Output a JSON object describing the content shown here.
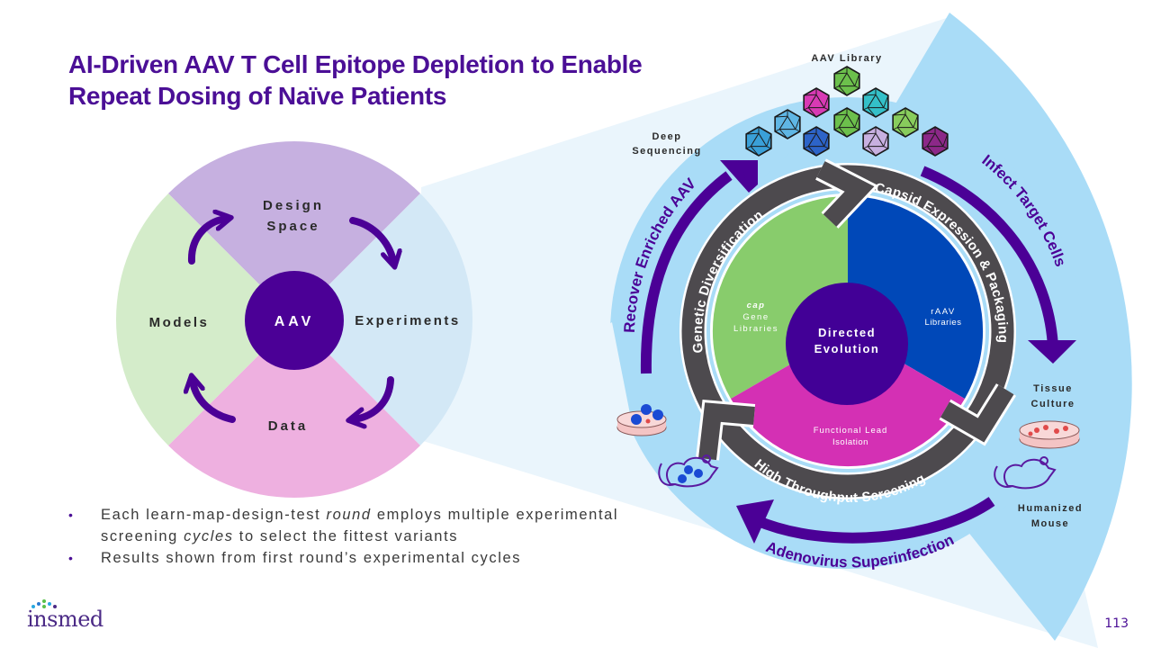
{
  "title": {
    "line1": "AI-Driven AAV T Cell Epitope Depletion to  Enable",
    "line2": "Repeat Dosing of Naïve Patients"
  },
  "left_cycle": {
    "center": "AAV",
    "quadrants": [
      {
        "label_lines": [
          "Design",
          "Space"
        ],
        "color": "#c6b0e0"
      },
      {
        "label_lines": [
          "Experiments"
        ],
        "color": "#d3e8f6"
      },
      {
        "label_lines": [
          "Data"
        ],
        "color": "#eeb0e0"
      },
      {
        "label_lines": [
          "Models"
        ],
        "color": "#d4ecca"
      }
    ],
    "center_color": "#4b0096",
    "arrow_color": "#4b0096"
  },
  "directed_evolution": {
    "center_lines": [
      "Directed",
      "Evolution"
    ],
    "segments": [
      {
        "label_lines": [
          "cap",
          "Gene",
          "Libraries"
        ],
        "color": "#88cc6c"
      },
      {
        "label_lines": [
          "rAAV",
          "Libraries"
        ],
        "color": "#0048b8"
      },
      {
        "label_lines": [
          "Functional Lead",
          "Isolation"
        ],
        "color": "#d430b4"
      }
    ],
    "ring_labels": [
      "Genetic Diversification",
      "Capsid Expression & Packaging",
      "High Throughput Screening"
    ],
    "ring_color": "#4d4a4e",
    "center_color": "#420096"
  },
  "outer_cycle": {
    "arrows": [
      "Recover Enriched AAV",
      "Infect Target Cells",
      "Adenovirus Superinfection"
    ],
    "labels": {
      "aav_library": "AAV Library",
      "deep_sequencing": [
        "Deep",
        "Sequencing"
      ],
      "tissue_culture": [
        "Tissue",
        "Culture"
      ],
      "humanized_mouse": [
        "Humanized",
        "Mouse"
      ]
    },
    "capsid_colors": [
      "#3aa0d8",
      "#5fb6e4",
      "#d83ab4",
      "#6cc04c",
      "#2d64c8",
      "#34c0c8",
      "#6cc04c",
      "#c8b0e0",
      "#88cc5c",
      "#8c2888"
    ],
    "arrow_color": "#4b0096",
    "band_color": "#a8dcf6",
    "wedge_color": "#e8f4fc"
  },
  "bullets": [
    {
      "pre": "Each learn-map-design-test ",
      "em": "round",
      "post": " employs multiple experimental screening ",
      "em2": "cycles",
      "post2": " to select the fittest variants"
    },
    {
      "pre": "Results shown from first round’s experimental cycles",
      "em": "",
      "post": "",
      "em2": "",
      "post2": ""
    }
  ],
  "footer": {
    "logo": "insmed",
    "page_number": "113"
  }
}
